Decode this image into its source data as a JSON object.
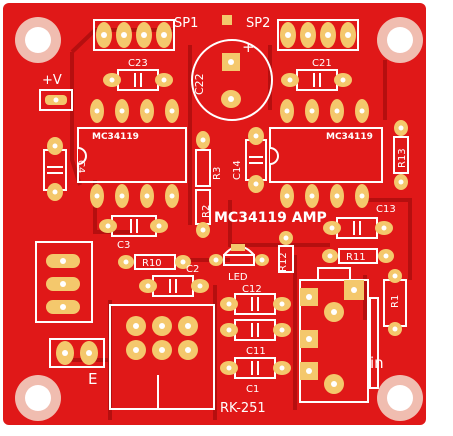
{
  "board": {
    "title": "MC34119 AMP",
    "model": "RK-251",
    "colors": {
      "background": "#ffffff",
      "copper": "#e01818",
      "trace": "#ff2a1a",
      "pad": "#f4c86c",
      "silkscreen": "#ffffff",
      "hole": "#ffffff"
    }
  },
  "labels": {
    "sp1": "SP1",
    "sp2": "SP2",
    "plus_v": "+V",
    "plus_sign": "+",
    "e": "E",
    "in": "in",
    "led": "LED"
  },
  "ic": {
    "left": "MC34119",
    "right": "MC34119"
  },
  "designators": {
    "c1": "C1",
    "c2": "C2",
    "c3": "C3",
    "c4": "C4",
    "c11": "C11",
    "c12": "C12",
    "c13": "C13",
    "c14": "C14",
    "c21": "C21",
    "c22": "C22",
    "c23": "C23",
    "r1": "R1",
    "r2": "R2",
    "r3": "R3",
    "r10": "R10",
    "r11": "R11",
    "r12": "R12",
    "r13": "R13"
  }
}
